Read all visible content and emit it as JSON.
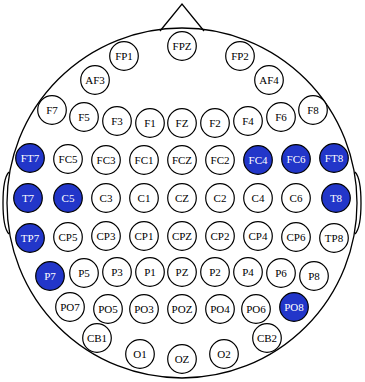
{
  "diagram": {
    "nodes": [
      {
        "text": [
          "FP1"
        ]
      },
      {
        "text": [
          "FPZ"
        ]
      },
      {
        "text": [
          "FP2"
        ]
      },
      {
        "text": [
          "AF3"
        ]
      },
      {
        "text": [
          "AF4"
        ]
      },
      {
        "text": [
          "F7"
        ]
      },
      {
        "text": [
          "F5"
        ]
      },
      {
        "text": [
          "F3"
        ]
      },
      {
        "text": [
          "F1"
        ]
      },
      {
        "text": [
          "FZ"
        ]
      },
      {
        "text": [
          "F2"
        ]
      },
      {
        "text": [
          "F4"
        ]
      },
      {
        "text": [
          "F6"
        ]
      },
      {
        "text": [
          "F8"
        ]
      },
      {
        "text": [
          "FT7"
        ]
      },
      {
        "text": [
          "FC5"
        ]
      },
      {
        "text": [
          "FC3"
        ]
      },
      {
        "text": [
          "FC1"
        ]
      },
      {
        "text": [
          "FCZ"
        ]
      },
      {
        "text": [
          "FC2"
        ]
      },
      {
        "text": [
          "FC4"
        ]
      },
      {
        "text": [
          "FC6"
        ]
      },
      {
        "text": [
          "FT8"
        ]
      },
      {
        "text": [
          "T7"
        ]
      },
      {
        "text": [
          "C5"
        ]
      },
      {
        "text": [
          "C3"
        ]
      },
      {
        "text": [
          "C1"
        ]
      },
      {
        "text": [
          "CZ"
        ]
      },
      {
        "text": [
          "C2"
        ]
      },
      {
        "text": [
          "C4"
        ]
      },
      {
        "text": [
          "C6"
        ]
      },
      {
        "text": [
          "T8"
        ]
      },
      {
        "text": [
          "TP7"
        ]
      },
      {
        "text": [
          "CP5"
        ]
      },
      {
        "text": [
          "CP3"
        ]
      },
      {
        "text": [
          "CP1"
        ]
      },
      {
        "text": [
          "CPZ"
        ]
      },
      {
        "text": [
          "CP2"
        ]
      },
      {
        "text": [
          "CP4"
        ]
      },
      {
        "text": [
          "CP6"
        ]
      },
      {
        "text": [
          "TP8"
        ]
      },
      {
        "text": [
          "P7"
        ]
      },
      {
        "text": [
          "P5"
        ]
      },
      {
        "text": [
          "P3"
        ]
      },
      {
        "text": [
          "P1"
        ]
      },
      {
        "text": [
          "PZ"
        ]
      },
      {
        "text": [
          "P2"
        ]
      },
      {
        "text": [
          "P4"
        ]
      },
      {
        "text": [
          "P6"
        ]
      },
      {
        "text": [
          "P8"
        ]
      },
      {
        "text": [
          "PO7"
        ]
      },
      {
        "text": [
          "PO5"
        ]
      },
      {
        "text": [
          "PO3"
        ]
      },
      {
        "text": [
          "POZ"
        ]
      },
      {
        "text": [
          "PO4"
        ]
      },
      {
        "text": [
          "PO6"
        ]
      },
      {
        "text": [
          "PO8"
        ]
      },
      {
        "text": [
          "CB1"
        ]
      },
      {
        "text": [
          "O1"
        ]
      },
      {
        "text": [
          "OZ"
        ]
      },
      {
        "text": [
          "O2"
        ]
      },
      {
        "text": [
          "CB2"
        ]
      }
    ]
  }
}
